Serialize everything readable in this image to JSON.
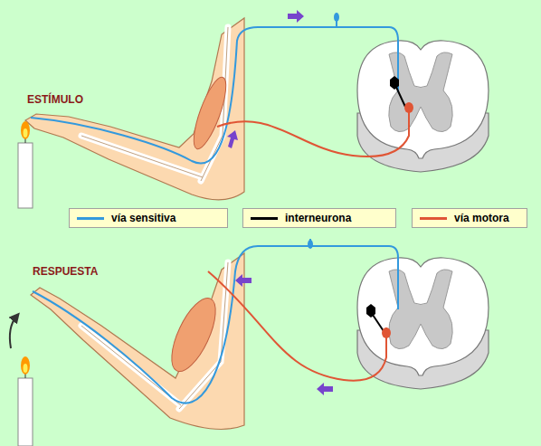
{
  "diagram": {
    "labels": [
      "ESTÍMULO",
      "RESPUESTA"
    ],
    "legend": [
      {
        "text": "vía sensitiva"
      },
      {
        "text": "interneurona"
      },
      {
        "text": "vía motora"
      }
    ]
  }
}
